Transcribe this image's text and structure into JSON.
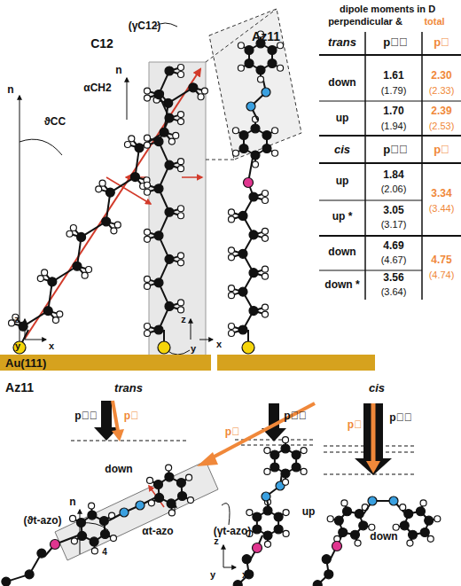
{
  "diagram": {
    "nodes": [
      {
        "text": [
          "Au(111)"
        ]
      }
    ],
    "labels": [
      "C12",
      "Az11",
      "dipole moments in D",
      "perpendicular &",
      "total",
      "trans",
      "p⃗⊥",
      "p⃗",
      "down",
      "1.61",
      "(1.79)",
      "2.30",
      "(2.33)",
      "up",
      "1.70",
      "(1.94)",
      "2.39",
      "(2.53)",
      "cis",
      "p⃗⊥",
      "p⃗",
      "up",
      "1.84",
      "(2.06)",
      "3.34",
      "(3.44)",
      "up *",
      "3.05",
      "(3.17)",
      "down",
      "4.69",
      "(4.67)",
      "4.75",
      "(4.74)",
      "down *",
      "3.56",
      "(3.64)",
      "n",
      "ϑCC",
      "n",
      "αCH2",
      "z",
      "y",
      "x",
      "(γC12)",
      "z",
      "y",
      "x",
      "Az11",
      "trans",
      "p⃗⊥",
      "p⃗",
      "p⃗",
      "p⃗⊥",
      "cis",
      "p⃗⊥",
      "p⃗",
      "n",
      "(ϑt-azo)",
      "n",
      "αt-azo",
      "(γt-azo)",
      "4",
      "down",
      "up",
      "down",
      "z",
      "y",
      "x"
    ]
  }
}
